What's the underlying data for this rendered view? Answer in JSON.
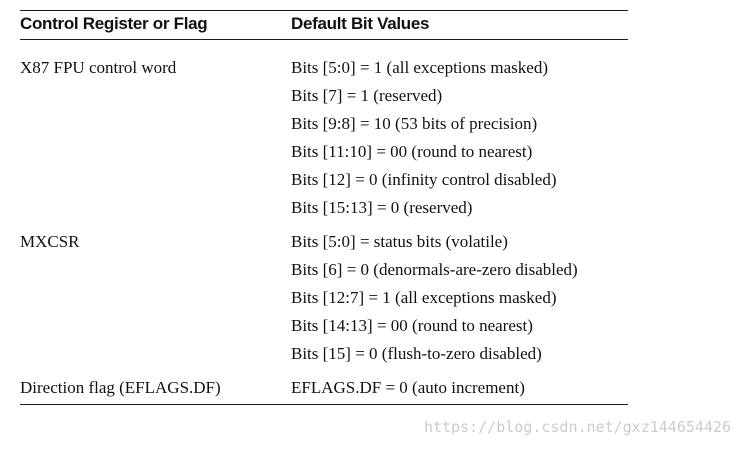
{
  "header": {
    "col1": "Control Register or Flag",
    "col2": "Default Bit Values"
  },
  "rows": [
    {
      "register": "X87 FPU control word",
      "values": [
        "Bits [5:0] = 1 (all exceptions masked)",
        "Bits [7] = 1 (reserved)",
        "Bits [9:8] = 10 (53 bits of precision)",
        "Bits [11:10] = 00 (round to nearest)",
        "Bits [12] = 0 (infinity control disabled)",
        "Bits [15:13] = 0 (reserved)"
      ]
    },
    {
      "register": "MXCSR",
      "values": [
        "Bits [5:0] = status bits (volatile)",
        "Bits [6] = 0 (denormals-are-zero disabled)",
        "Bits [12:7] = 1 (all exceptions masked)",
        "Bits [14:13] = 00 (round to nearest)",
        "Bits [15] = 0 (flush-to-zero disabled)"
      ]
    },
    {
      "register": "Direction flag (EFLAGS.DF)",
      "values": [
        "EFLAGS.DF = 0 (auto increment)"
      ]
    }
  ],
  "watermark": "https://blog.csdn.net/gxz144654426"
}
